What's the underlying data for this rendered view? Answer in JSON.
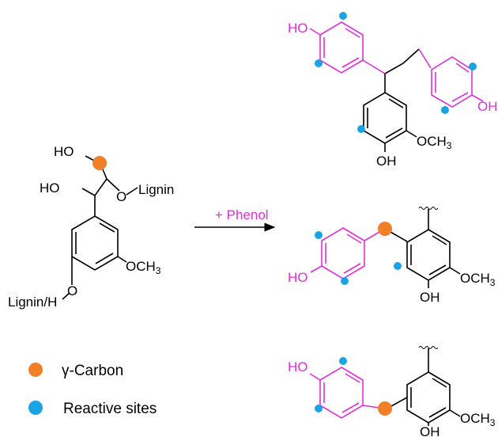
{
  "colors": {
    "gamma_carbon": "#f07f27",
    "reactive_site": "#1ba4e3",
    "phenol": "#e12fd8",
    "bond": "#000000"
  },
  "reaction": {
    "arrow_label": "+ Phenol"
  },
  "lignin_unit": {
    "ho_top": "HO",
    "ho_alpha": "HO",
    "ether_o": "O",
    "lignin_right": "Lignin",
    "methoxy": "OCH",
    "methoxy_sub": "3",
    "bottom_o": "O",
    "lignin_h": "Lignin/H"
  },
  "product_1": {
    "ho_left": "HO",
    "oh_right": "OH",
    "methoxy": "OCH",
    "methoxy_sub": "3",
    "oh_bottom": "OH"
  },
  "product_2": {
    "ho_left": "HO",
    "methoxy": "OCH",
    "methoxy_sub": "3",
    "oh_bottom": "OH"
  },
  "product_3": {
    "ho_left": "HO",
    "methoxy": "OCH",
    "methoxy_sub": "3",
    "oh_bottom": "OH"
  },
  "legend": {
    "gamma_carbon": "γ-Carbon",
    "reactive_sites": "Reactive sites"
  }
}
